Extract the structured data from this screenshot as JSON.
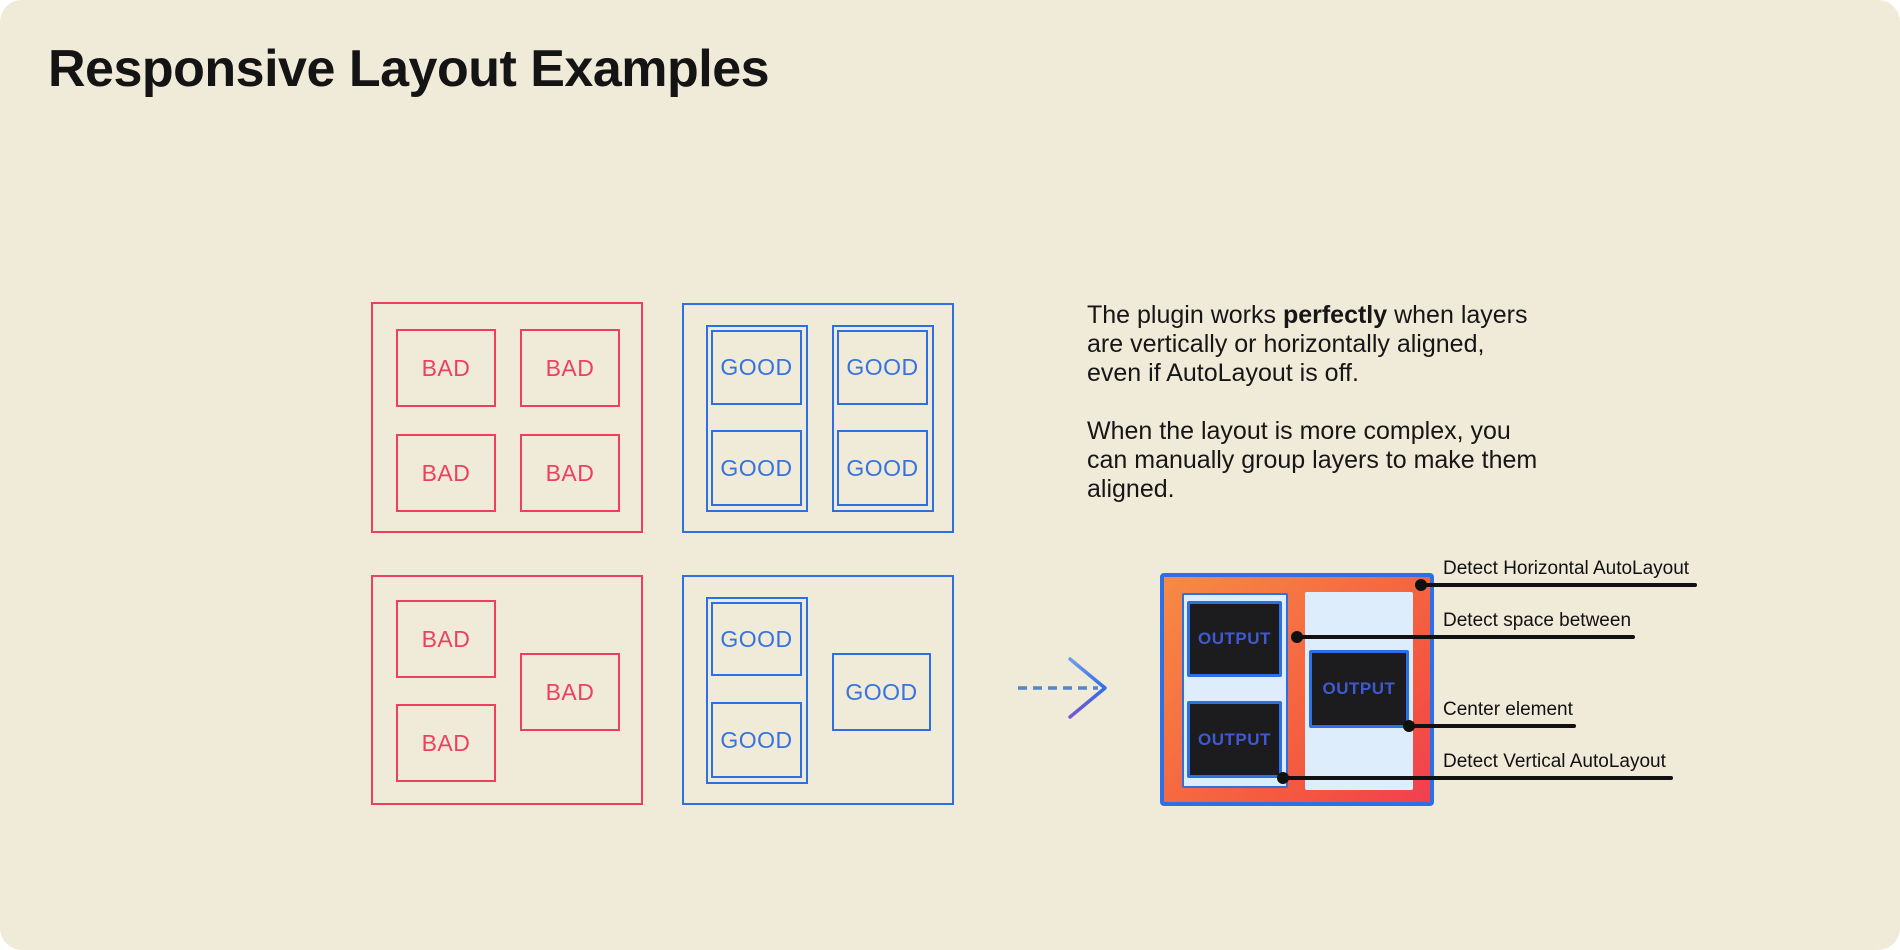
{
  "title": "Responsive Layout Examples",
  "labels": {
    "bad": "BAD",
    "good": "GOOD",
    "output": "OUTPUT"
  },
  "description": {
    "p1_before": "The plugin works ",
    "p1_bold": "perfectly",
    "p1_after": " when layers are vertically or horizontally aligned, even if AutoLayout is off.",
    "p2": "When the layout is more complex, you can manually group layers to make them aligned."
  },
  "annotations": [
    {
      "label": "Detect Horizontal AutoLayout"
    },
    {
      "label": "Detect space between"
    },
    {
      "label": "Center element"
    },
    {
      "label": "Detect Vertical AutoLayout"
    }
  ],
  "icons": {
    "arrow": "dashed-arrow-right"
  },
  "colors": {
    "background": "#f0ead9",
    "bad_red": "#ee3f5e",
    "good_blue": "#2d6fe4",
    "output_gradient_start": "#f78a45",
    "output_gradient_end": "#f13f51",
    "pale_blue": "#ddedfb",
    "dark_panel": "#1c1c1f",
    "output_text_blue": "#4059d0",
    "annotation_black": "#111111"
  }
}
